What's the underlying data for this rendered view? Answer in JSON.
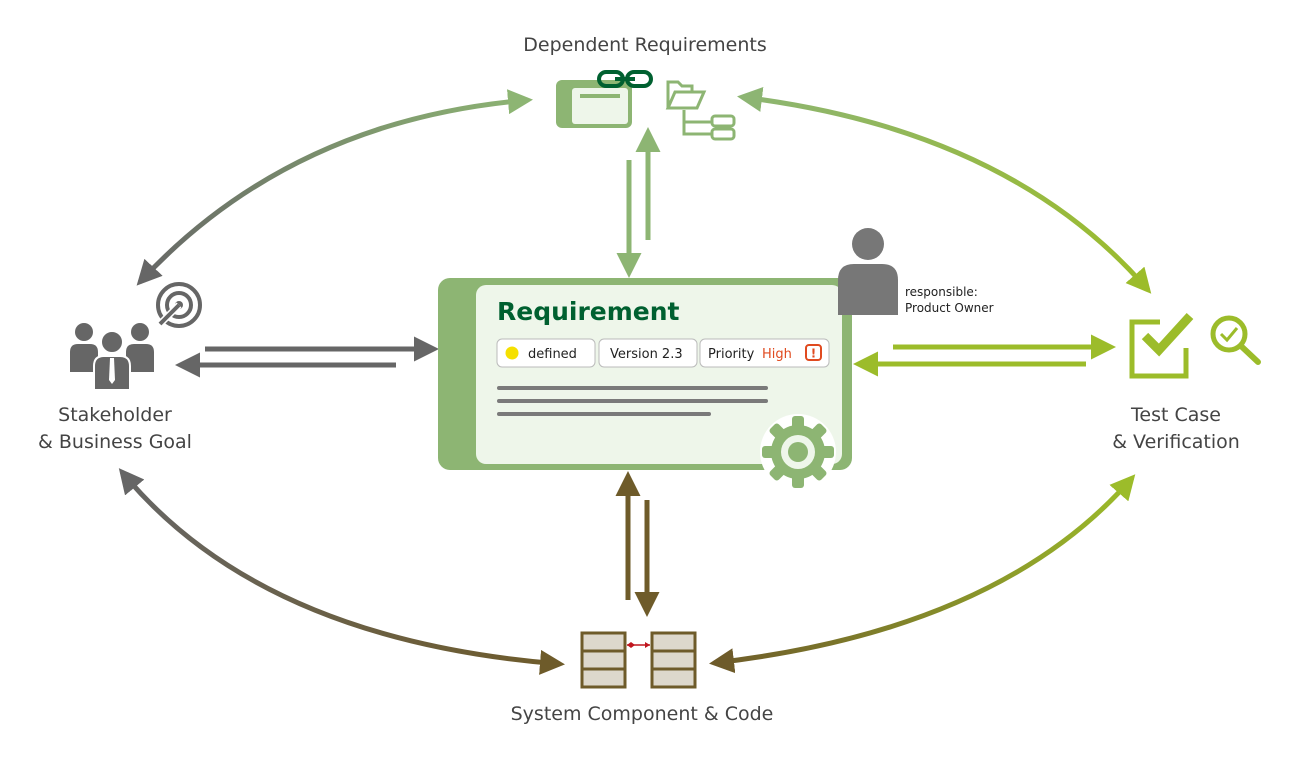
{
  "nodes": {
    "top": {
      "label": "Dependent Requirements"
    },
    "left": {
      "label_line1": "Stakeholder",
      "label_line2": "& Business Goal"
    },
    "right": {
      "label_line1": "Test Case",
      "label_line2": "& Verification"
    },
    "bottom": {
      "label": "System Component & Code"
    }
  },
  "requirement": {
    "title": "Requirement",
    "status": "defined",
    "version": "Version 2.3",
    "priority_label": "Priority",
    "priority_value": "High",
    "priority_icon": "!"
  },
  "responsible": {
    "line1": "responsible:",
    "line2": "Product Owner"
  },
  "icons": [
    "link-icon",
    "folder-tree-icon",
    "stakeholders-icon",
    "target-icon",
    "person-icon",
    "gear-icon",
    "checkbox-icon",
    "magnifier-check-icon",
    "server-icon"
  ],
  "colors": {
    "card_green": "#8db573",
    "card_light": "#eef6ea",
    "title_green": "#006030",
    "gray": "#666666",
    "lime": "#9cbc2a",
    "brown": "#6e5b2a",
    "status_yellow": "#f5e000",
    "priority_red": "#e04a1f"
  }
}
